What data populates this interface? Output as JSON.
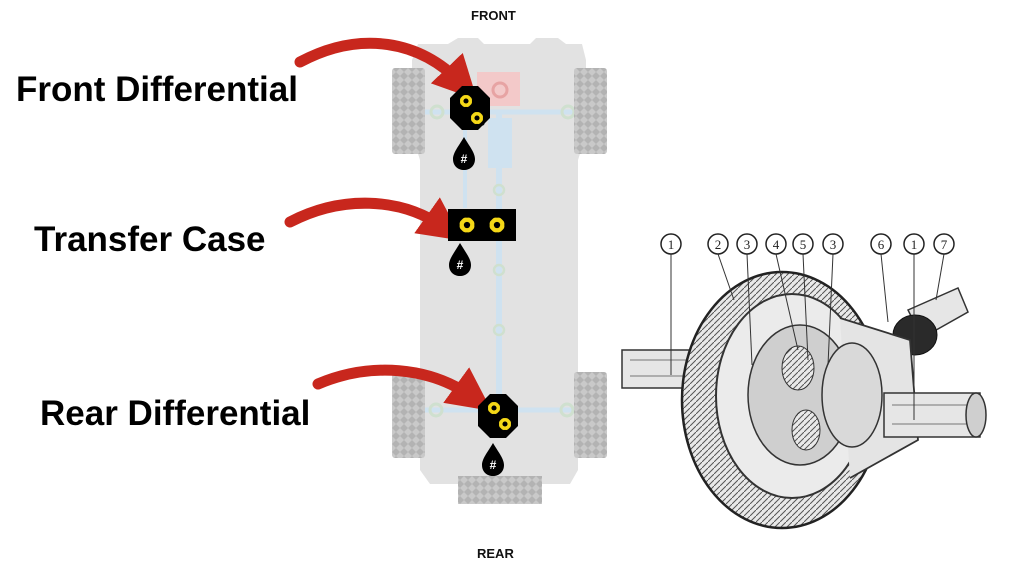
{
  "labels": {
    "front": "FRONT",
    "rear": "REAR",
    "front_differential": "Front Differential",
    "transfer_case": "Transfer Case",
    "rear_differential": "Rear Differential"
  },
  "fluid_marker": "#",
  "part_numbers": [
    "1",
    "2",
    "3",
    "4",
    "5",
    "3",
    "6",
    "1",
    "7"
  ],
  "colors": {
    "arrow": "#c8271d",
    "gear_yellow": "#f5d817",
    "body_gray": "#e2e2e2",
    "driveline_blue": "#cfe2f0",
    "highlight_red": "#f3c9c9"
  }
}
